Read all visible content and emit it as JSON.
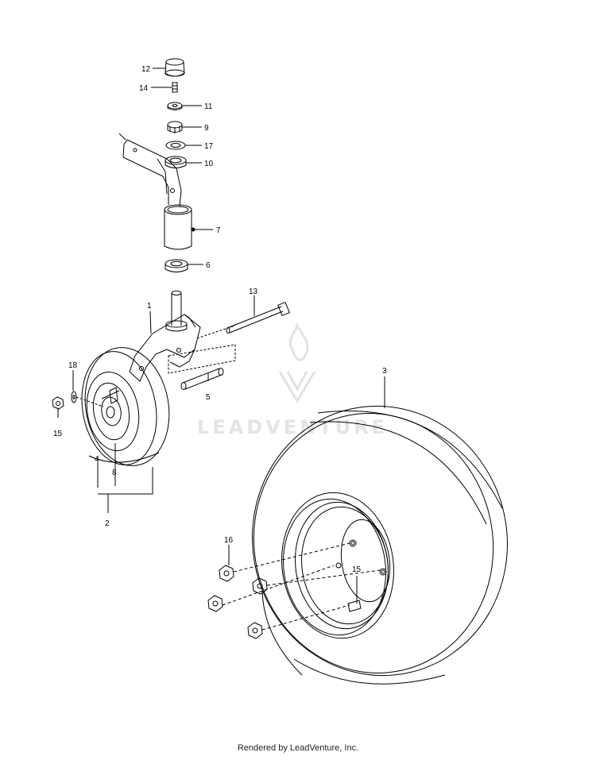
{
  "callouts": {
    "c1": "1",
    "c2": "2",
    "c3": "3",
    "c4": "4",
    "c5": "5",
    "c6": "6",
    "c7": "7",
    "c8": "8",
    "c9": "9",
    "c10": "10",
    "c11": "11",
    "c12": "12",
    "c13": "13",
    "c14": "14",
    "c15a": "15",
    "c15b": "15",
    "c16": "16",
    "c17": "17",
    "c18": "18"
  },
  "watermark": "LEADVENTURE",
  "footer": "Rendered by LeadVenture, Inc."
}
